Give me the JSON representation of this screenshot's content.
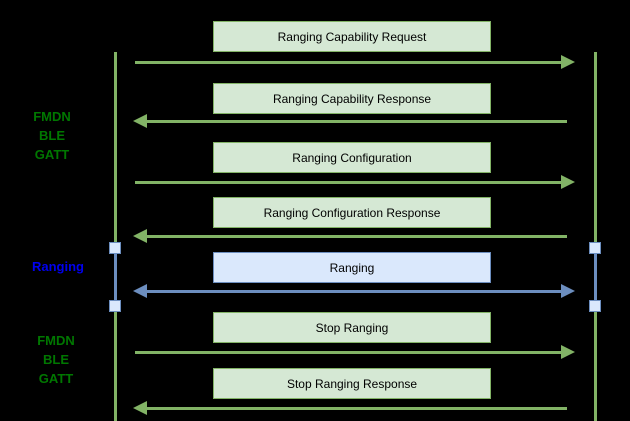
{
  "palette": {
    "background": "#000000",
    "green_fill": "#d5e8d4",
    "green_stroke": "#82b366",
    "blue_fill": "#dae8fc",
    "blue_stroke": "#6c8ebf",
    "label_green": "#007700",
    "label_blue": "#0000ee",
    "box_text": "#000000"
  },
  "side_labels": [
    {
      "text": "FMDN\nBLE\nGATT",
      "color": "green"
    },
    {
      "text": "Ranging",
      "color": "blue"
    },
    {
      "text": "FMDN\nBLE\nGATT",
      "color": "green"
    }
  ],
  "messages": [
    {
      "label": "Ranging Capability Request",
      "direction": "right",
      "color": "green"
    },
    {
      "label": "Ranging Capability Response",
      "direction": "left",
      "color": "green"
    },
    {
      "label": "Ranging Configuration",
      "direction": "right",
      "color": "green"
    },
    {
      "label": "Ranging Configuration Response",
      "direction": "left",
      "color": "green"
    },
    {
      "label": "Ranging",
      "direction": "both",
      "color": "blue"
    },
    {
      "label": "Stop Ranging",
      "direction": "right",
      "color": "green"
    },
    {
      "label": "Stop Ranging Response",
      "direction": "left",
      "color": "green"
    }
  ]
}
